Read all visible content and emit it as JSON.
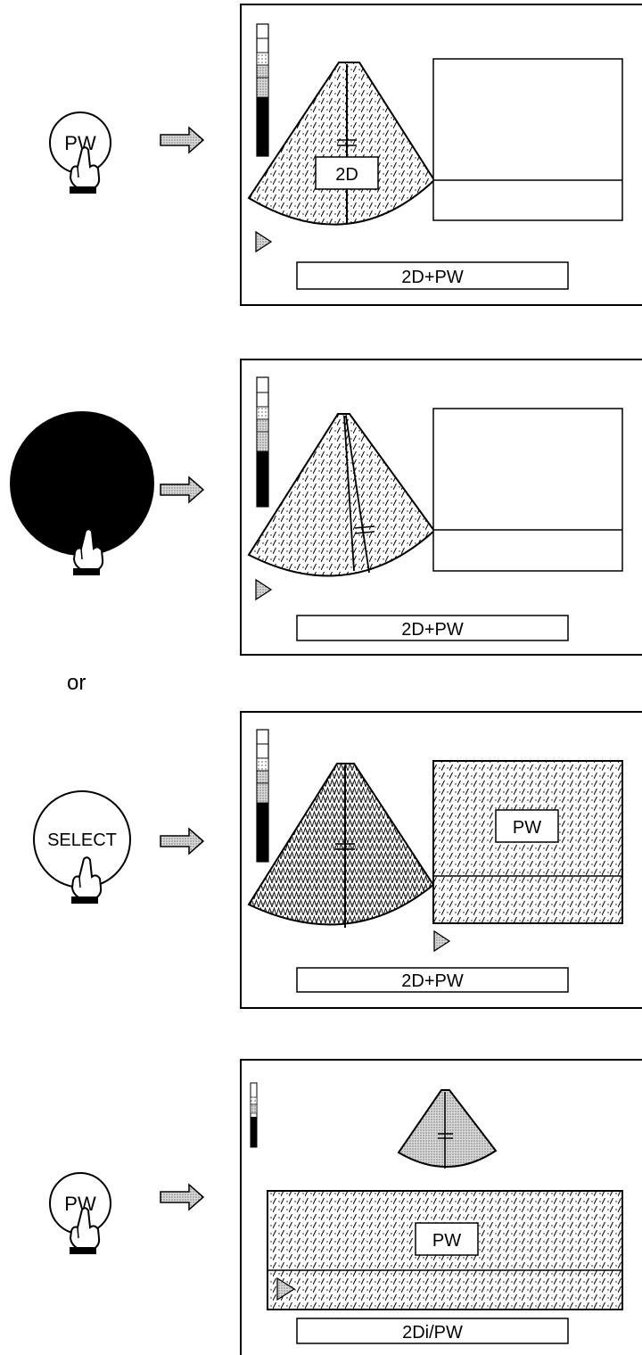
{
  "steps": [
    {
      "key_label": "PW",
      "screen_mode_label": "2D+PW",
      "screen_box_label": "2D"
    },
    {
      "key_label": "",
      "screen_mode_label": "2D+PW",
      "screen_box_label": ""
    },
    {
      "key_label": "SELECT",
      "screen_mode_label": "2D+PW",
      "screen_box_label": "PW"
    },
    {
      "key_label": "PW",
      "screen_mode_label": "2Di/PW",
      "screen_box_label": "PW"
    }
  ],
  "or_text": "or",
  "icons": {
    "arrow": "right-arrow-icon",
    "hand": "pointing-hand-icon",
    "trackball": "trackball-icon",
    "cursor": "triangle-cursor-icon"
  },
  "colors": {
    "ink": "#000000",
    "paper": "#ffffff",
    "dot_fill": "#e6e6e6"
  }
}
